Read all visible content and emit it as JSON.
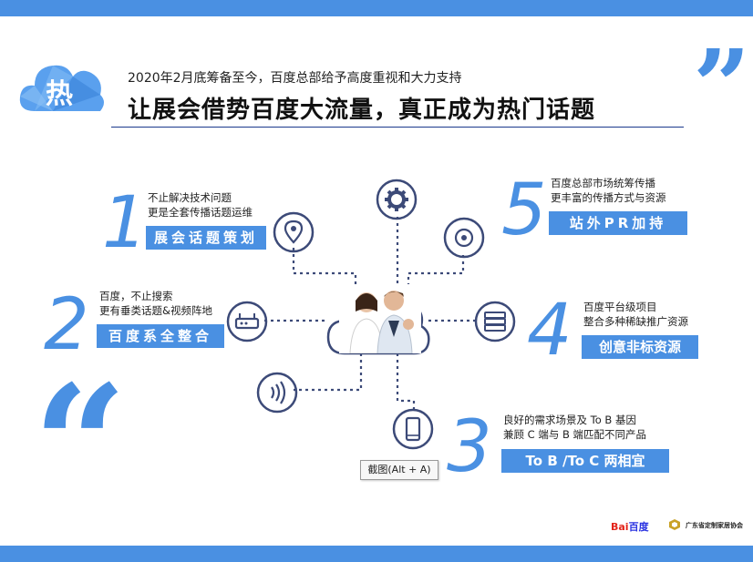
{
  "header": {
    "badge_char": "热",
    "subtitle": "2020年2月底筹备至今，百度总部给予高度重视和大力支持",
    "title": "让展会借势百度大流量，真正成为热门话题"
  },
  "quotes": {
    "open": "“",
    "close": "”"
  },
  "items": [
    {
      "num": "1",
      "desc": [
        "不止解决技术问题",
        "更是全套传播话题运维"
      ],
      "label": "展会话题策划"
    },
    {
      "num": "2",
      "desc": [
        "百度，不止搜索",
        "更有垂类话题&视频阵地"
      ],
      "label": "百度系全整合"
    },
    {
      "num": "3",
      "desc": [
        "良好的需求场景及 To B 基因",
        "兼顾 C 端与 B 端匹配不同产品"
      ],
      "label": "To B /To C 两相宜"
    },
    {
      "num": "4",
      "desc": [
        "百度平台级项目",
        "整合多种稀缺推广资源"
      ],
      "label": "创意非标资源"
    },
    {
      "num": "5",
      "desc": [
        "百度总部市场统筹传播",
        "更丰富的传播方式与资源"
      ],
      "label": "站外PR加持"
    }
  ],
  "tooltip": "截图(Alt + A)",
  "logos": {
    "baidu_prefix": "Bai",
    "baidu_cn": "百度",
    "association": "广东省定制家居协会"
  },
  "colors": {
    "accent": "#4a90e2",
    "icon": "#3c4a78"
  },
  "icons": [
    "gear-icon",
    "location-pin-icon",
    "target-icon",
    "router-icon",
    "server-icon",
    "wireless-signal-icon",
    "smartphone-icon",
    "cloud-icon"
  ]
}
